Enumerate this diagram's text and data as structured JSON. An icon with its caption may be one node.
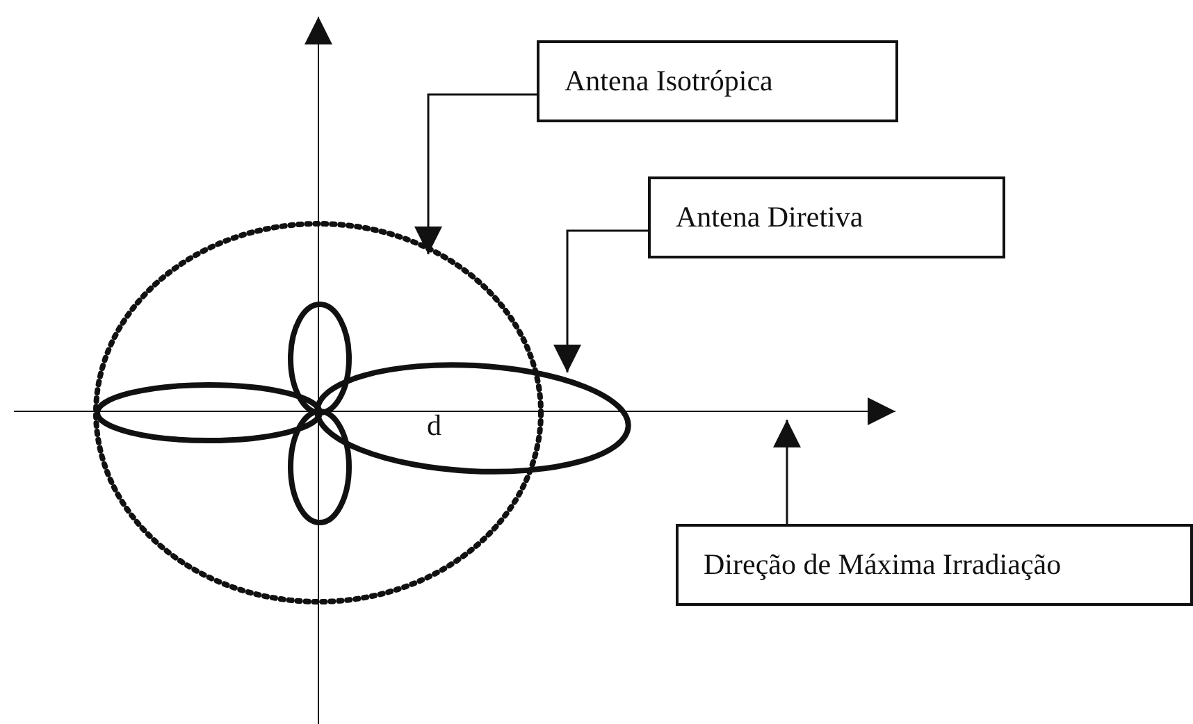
{
  "diagram": {
    "nodes": [
      {
        "text": [
          "Antena Isotrópica"
        ]
      },
      {
        "text": [
          "Antena Diretiva"
        ]
      },
      {
        "text": [
          "Direção de Máxima Irradiação"
        ]
      },
      {
        "text": [],
        "shape": "circle"
      },
      {
        "text": [],
        "shape": "lobes"
      }
    ],
    "edges": [
      {
        "from": 0,
        "to": 3,
        "arrow": "to"
      },
      {
        "from": 1,
        "to": 4,
        "arrow": "to"
      },
      {
        "from": 2,
        "to": null,
        "arrow": "to"
      }
    ],
    "labels": [
      "d"
    ]
  }
}
